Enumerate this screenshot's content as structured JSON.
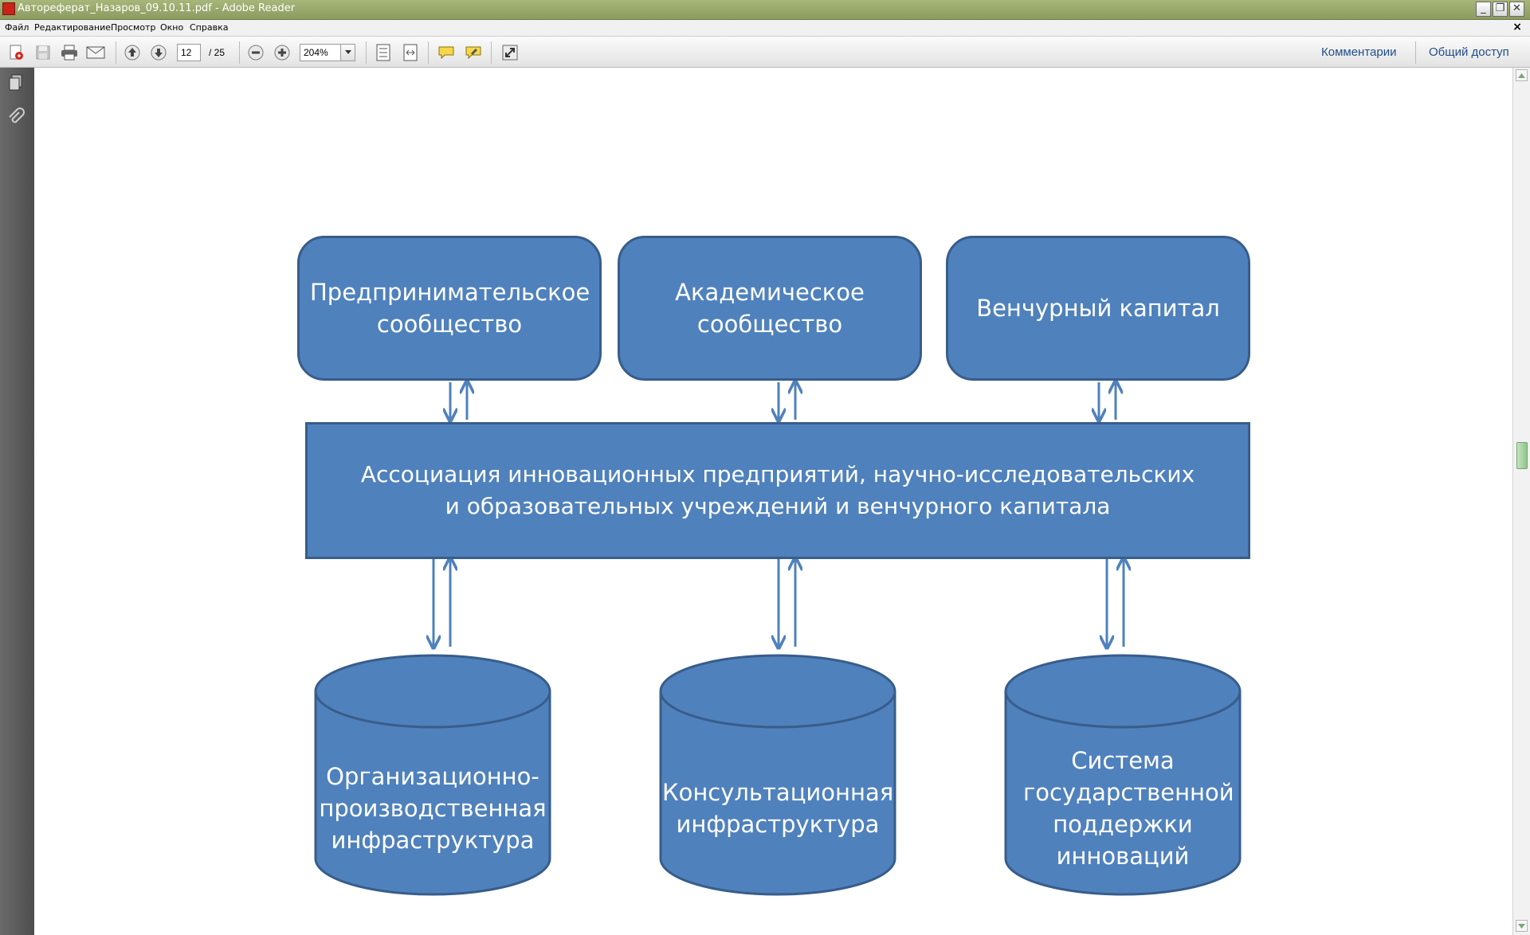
{
  "window": {
    "title": "Автореферат_Назаров_09.10.11.pdf - Adobe Reader",
    "min_glyph": "_",
    "restore_glyph": "❐",
    "close_glyph": "✕"
  },
  "menu": {
    "items": [
      "Файл",
      "Редактирование",
      "Просмотр",
      "Окно",
      "Справка"
    ],
    "close_glyph": "×"
  },
  "toolbar": {
    "page_current": "12",
    "page_total": "/ 25",
    "zoom": "204%",
    "comments_label": "Комментарии",
    "share_label": "Общий доступ",
    "icons": [
      "create-pdf-icon",
      "save-icon",
      "print-icon",
      "email-icon",
      "page-up-icon",
      "page-down-icon",
      "zoom-out-icon",
      "zoom-in-icon",
      "fit-page-icon",
      "fit-width-icon",
      "comment-icon",
      "highlight-icon",
      "fullscreen-icon"
    ]
  },
  "sidebar": {
    "icons": [
      "pages-icon",
      "attachments-icon"
    ]
  },
  "diagram": {
    "top_boxes": [
      {
        "label": "Предпринимательское сообщество"
      },
      {
        "label": "Академическое сообщество"
      },
      {
        "label": "Венчурный капитал"
      }
    ],
    "center_box": {
      "label": "Ассоциация инновационных предприятий, научно-исследовательских и образовательных учреждений  и венчурного капитала"
    },
    "bottom_cylinders": [
      {
        "label": "Организационно-производственная инфраструктура"
      },
      {
        "label": "Консультационная инфраструктура"
      },
      {
        "label": "Система государственной поддержки инноваций"
      }
    ],
    "colors": {
      "fill": "#4f81bd",
      "stroke": "#385d8a",
      "text": "#ffffff"
    }
  }
}
